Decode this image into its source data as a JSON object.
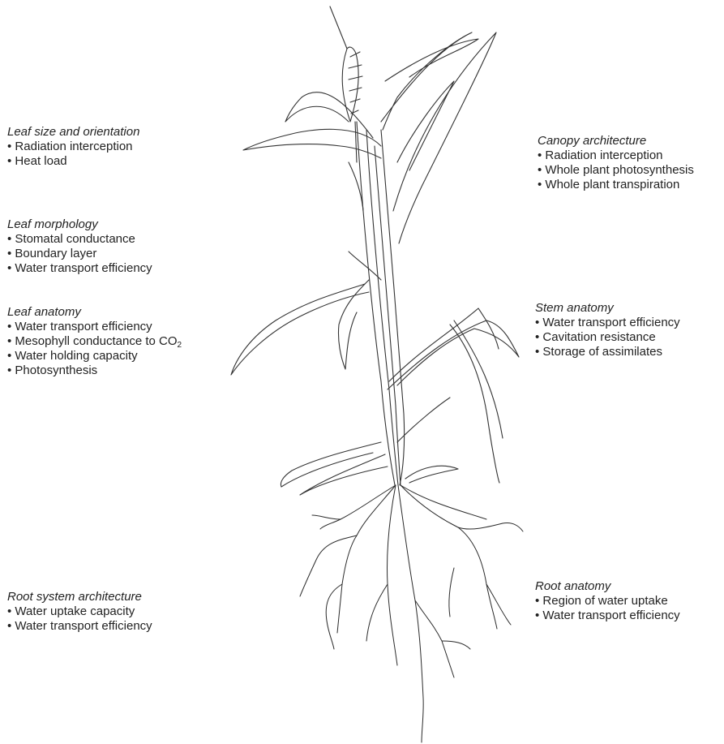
{
  "left_labels": {
    "leaf_size": {
      "heading": "Leaf size and orientation",
      "items": [
        "Radiation interception",
        "Heat load"
      ]
    },
    "leaf_morphology": {
      "heading": "Leaf morphology",
      "items": [
        "Stomatal conductance",
        "Boundary layer",
        "Water transport efficiency"
      ]
    },
    "leaf_anatomy": {
      "heading": "Leaf anatomy",
      "items": [
        "Water transport efficiency",
        "Mesophyll conductance to CO",
        "Water holding capacity",
        "Photosynthesis"
      ],
      "co2_subscript": "2"
    },
    "root_system": {
      "heading": "Root system architecture",
      "items": [
        "Water uptake capacity",
        "Water transport efficiency"
      ]
    }
  },
  "right_labels": {
    "canopy": {
      "heading": "Canopy architecture",
      "items": [
        "Radiation interception",
        "Whole plant photosynthesis",
        "Whole plant transpiration"
      ]
    },
    "stem": {
      "heading": "Stem anatomy",
      "items": [
        "Water transport efficiency",
        "Cavitation resistance",
        "Storage of assimilates"
      ]
    },
    "root_anatomy": {
      "heading": "Root anatomy",
      "items": [
        "Region of water uptake",
        "Water transport efficiency"
      ]
    }
  }
}
